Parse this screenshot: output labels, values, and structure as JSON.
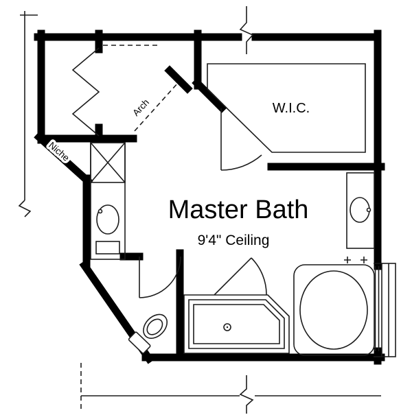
{
  "plan": {
    "title": "Master Bath",
    "ceiling": "9'4\" Ceiling",
    "wic_label": "W.I.C.",
    "arch_label": "Arch",
    "niche_label": "Niche",
    "colors": {
      "walls": "#000000",
      "lines": "#1c1c1c",
      "background": "#ffffff"
    }
  }
}
